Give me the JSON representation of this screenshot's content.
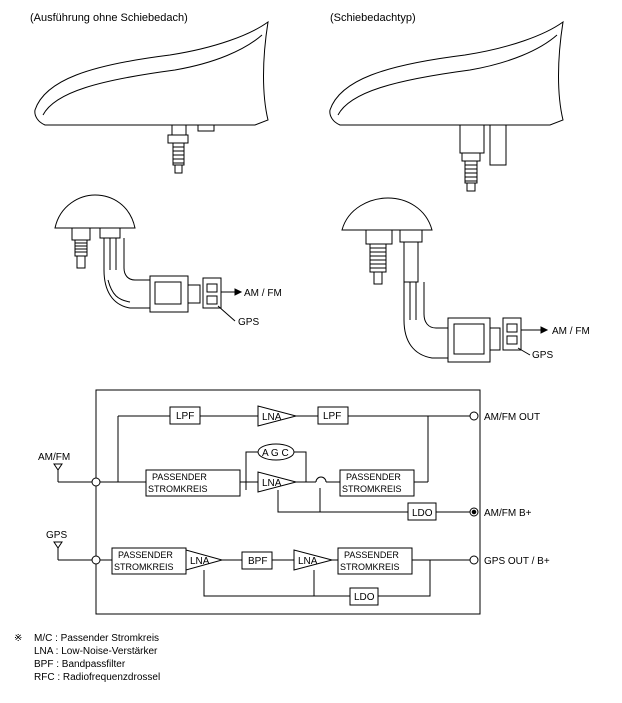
{
  "captions": {
    "left": "(Ausführung ohne Schiebedach)",
    "right": "(Schiebedachtyp)"
  },
  "connector_labels": {
    "left_amfm": "AM / FM",
    "left_gps": "GPS",
    "right_amfm": "AM / FM",
    "right_gps": "GPS"
  },
  "block_diagram": {
    "inputs": {
      "amfm": "AM/FM",
      "gps": "GPS"
    },
    "outputs": {
      "amfm_out": "AM/FM OUT",
      "amfm_bplus": "AM/FM B+",
      "gps_out": "GPS OUT / B+"
    },
    "blocks": {
      "lpf_1": "LPF",
      "lna_top": "LNA",
      "lpf_2": "LPF",
      "agc": "A G C",
      "passender_1_line1": "PASSENDER",
      "passender_1_line2": "STROMKREIS",
      "lna_mid": "LNA",
      "passender_2_line1": "PASSENDER",
      "passender_2_line2": "STROMKREIS",
      "ldo_1": "LDO",
      "passender_3_line1": "PASSENDER",
      "passender_3_line2": "STROMKREIS",
      "lna_gps_1": "LNA",
      "bpf": "BPF",
      "lna_gps_2": "LNA",
      "passender_4_line1": "PASSENDER",
      "passender_4_line2": "STROMKREIS",
      "ldo_2": "LDO"
    }
  },
  "notes": {
    "mark": "※",
    "items": [
      "M/C : Passender Stromkreis",
      "LNA : Low-Noise-Verstärker",
      "BPF : Bandpassfilter",
      "RFC : Radiofrequenzdrossel"
    ]
  }
}
